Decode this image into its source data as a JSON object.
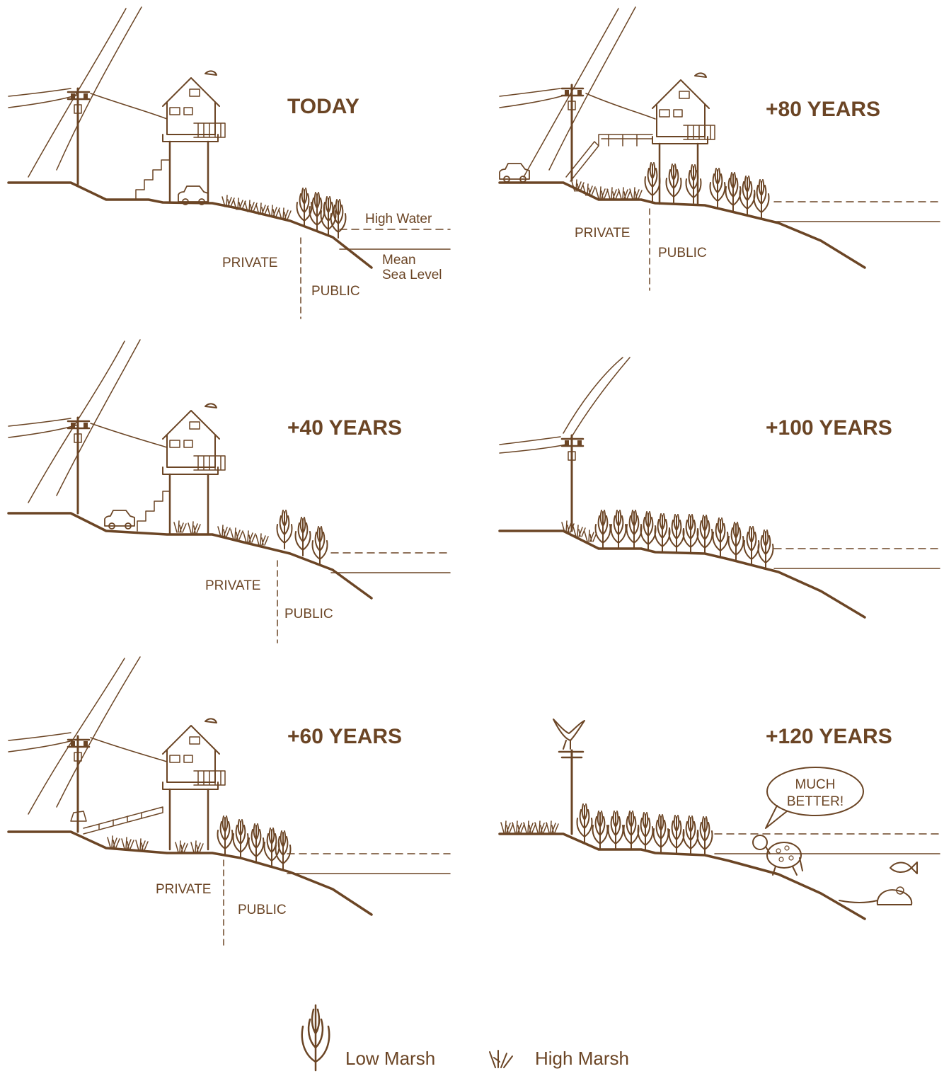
{
  "colors": {
    "ink": "#6b4525",
    "background": "#ffffff"
  },
  "panels": [
    {
      "title": "TODAY",
      "private": "PRIVATE",
      "public": "PUBLIC",
      "high_water": "High Water",
      "msl_line1": "Mean",
      "msl_line2": "Sea Level"
    },
    {
      "title": "+80 YEARS",
      "private": "PRIVATE",
      "public": "PUBLIC"
    },
    {
      "title": "+40 YEARS",
      "private": "PRIVATE",
      "public": "PUBLIC"
    },
    {
      "title": "+100 YEARS"
    },
    {
      "title": "+60 YEARS",
      "private": "PRIVATE",
      "public": "PUBLIC"
    },
    {
      "title": "+120 YEARS",
      "speech_line1": "MUCH",
      "speech_line2": "BETTER!"
    }
  ],
  "legend": {
    "low_marsh": "Low Marsh",
    "high_marsh": "High Marsh",
    "low_marsh_icon": "low-marsh-icon",
    "high_marsh_icon": "high-marsh-icon"
  }
}
